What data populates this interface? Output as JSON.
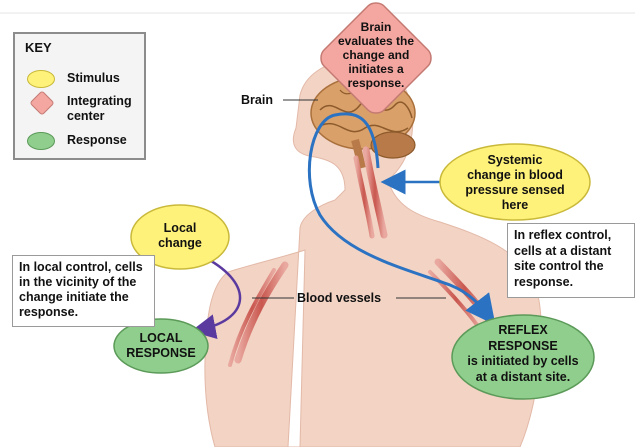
{
  "key": {
    "title": "KEY",
    "items": [
      {
        "label": "Stimulus",
        "color": "#fff27a"
      },
      {
        "label": "Integrating\ncenter",
        "color": "#f4a6a0"
      },
      {
        "label": "Response",
        "color": "#8fce8c"
      }
    ]
  },
  "labels": {
    "brain": "Brain",
    "blood_vessels": "Blood vessels"
  },
  "nodes": {
    "integrating_center": "Brain\nevaluates the\nchange and\ninitiates a\nresponse.",
    "systemic_change": "Systemic\nchange in blood\npressure sensed\nhere",
    "local_change": "Local\nchange",
    "local_response": "LOCAL\nRESPONSE",
    "reflex_response": "REFLEX\nRESPONSE\nis initiated by cells\nat a distant site."
  },
  "notes": {
    "local_control": "In local control, cells\nin the vicinity of the\nchange initiate the\nresponse.",
    "reflex_control": "In reflex control,\ncells at a distant\nsite control the\nresponse."
  },
  "colors": {
    "stimulus": "#fff27a",
    "integrating": "#f4a6a0",
    "response": "#8fce8c",
    "body": "#f2d3c4",
    "reflex_arrow": "#2b73c2",
    "local_arrow": "#5b3aa0"
  }
}
